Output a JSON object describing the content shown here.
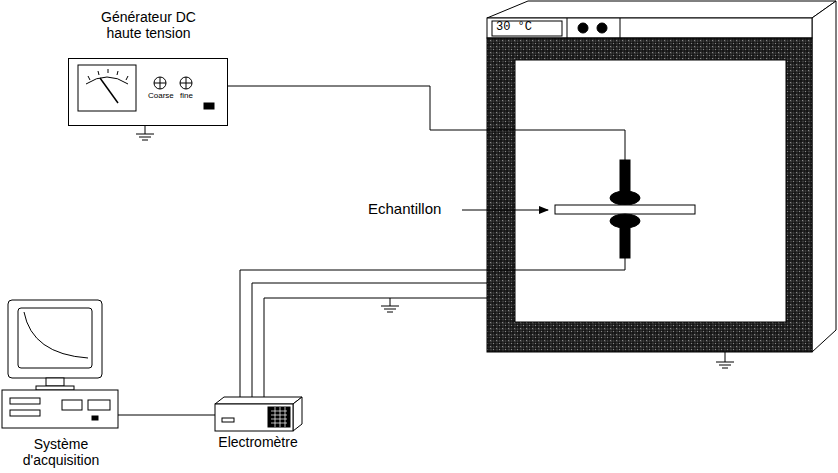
{
  "diagram": {
    "nodes": [
      {
        "text": [
          "Générateur DC haute tension",
          "Coarse",
          "fine"
        ]
      },
      {
        "text": [
          "30 °C"
        ]
      },
      {
        "text": [
          "Electromètre"
        ]
      },
      {
        "text": [
          "Système d'acquisition"
        ]
      }
    ],
    "edges": [
      {
        "from": 0,
        "to": 1,
        "arrow": "none"
      },
      {
        "from": 1,
        "to": 2,
        "arrow": "none"
      },
      {
        "from": 2,
        "to": 3,
        "arrow": "none"
      }
    ],
    "labels": [
      "Echantillon"
    ]
  }
}
